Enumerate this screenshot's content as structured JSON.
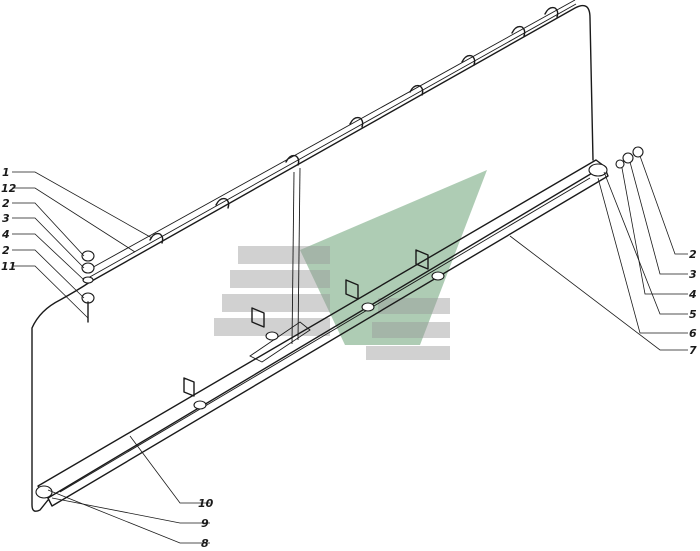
{
  "drawing": {
    "subject": "tarpaulin side curtain assembly, exploded view",
    "callouts_left": [
      "1",
      "12",
      "2",
      "3",
      "4",
      "2",
      "11"
    ],
    "callouts_right": [
      "2",
      "3",
      "4",
      "5",
      "6",
      "7"
    ],
    "callouts_bottom": [
      "10",
      "9",
      "8"
    ]
  },
  "watermark": {
    "type": "logo",
    "colors": {
      "grey": "#9a9a9a",
      "green": "#5e9a6a"
    }
  }
}
